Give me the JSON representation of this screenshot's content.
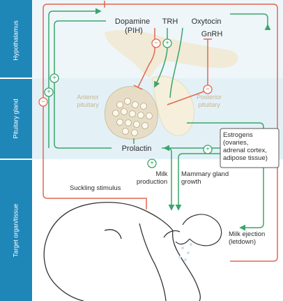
{
  "side_labels": {
    "hypothalamus": "Hypothalamus",
    "pituitary": "Pituitary gland",
    "target": "Target organ/tissue"
  },
  "hormones": {
    "dopamine": "Dopamine",
    "pih": "(PIH)",
    "trh": "TRH",
    "oxytocin": "Oxytocin",
    "gnrh": "GnRH",
    "prolactin": "Prolactin"
  },
  "glands": {
    "anterior_line1": "Anterior",
    "anterior_line2": "pituitary",
    "posterior_line1": "Posterior",
    "posterior_line2": "pituitary"
  },
  "estrogens": {
    "line1": "Estrogens",
    "line2": "(ovaries,",
    "line3": "adrenal cortex,",
    "line4": "adipose tissue)"
  },
  "effects": {
    "milk_line1": "Milk",
    "milk_line2": "production",
    "mammary_line1": "Mammary gland",
    "mammary_line2": "growth",
    "suckling": "Suckling stimulus",
    "ejection_line1": "Milk ejection",
    "ejection_line2": "(letdown)"
  },
  "signs": {
    "plus": "+",
    "minus": "−"
  },
  "colors": {
    "sidebar": "#1f86b8",
    "band_hypothalamus": "#e9f3f9",
    "band_pituitary": "#dff0f6",
    "green_arrow": "#3aa56a",
    "red_arrow": "#e2674f",
    "gland_fill": "#e7ddc7",
    "brain_fill": "#f1ead6",
    "gland_text": "#c9b48f",
    "text": "#2d2d2d"
  }
}
